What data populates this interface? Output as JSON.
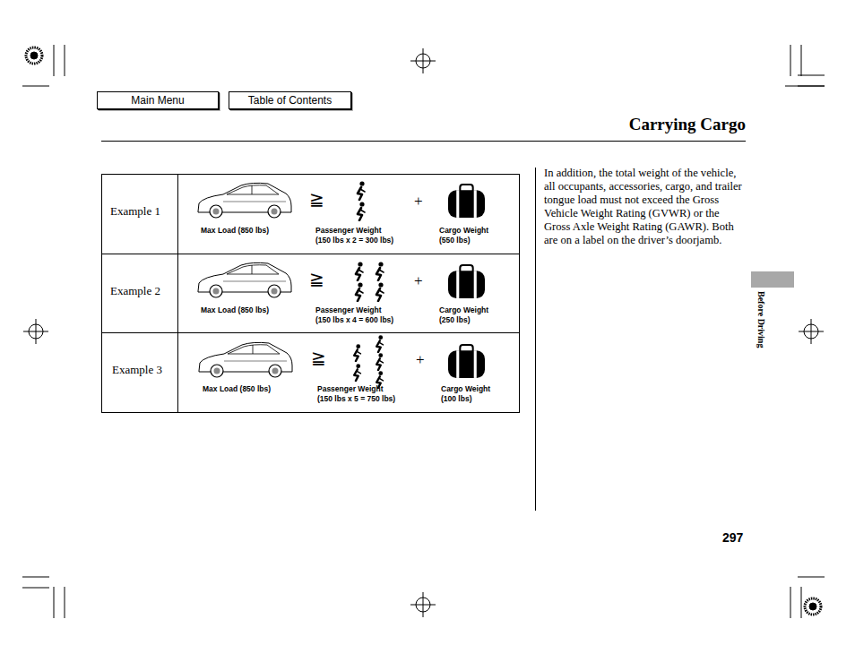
{
  "diagram": {
    "title": "Carrying Cargo",
    "nodes": [
      {
        "text": [
          "Main Menu"
        ]
      },
      {
        "text": [
          "Table of Contents"
        ]
      }
    ],
    "labels": [
      "Example 1",
      "≧",
      "+",
      "Max Load (850 lbs)",
      "Passenger Weight",
      "(150 lbs x 2 = 300 lbs)",
      "Cargo Weight",
      "(550 lbs)",
      "Example 2",
      "≧",
      "+",
      "Max Load (850 lbs)",
      "Passenger Weight",
      "(150 lbs x 4 = 600 lbs)",
      "Cargo Weight",
      "(250 lbs)",
      "Example 3",
      "≧",
      "+",
      "Max Load (850 lbs)",
      "Passenger Weight",
      "(150 lbs x 5 = 750 lbs)",
      "Cargo Weight",
      "(100 lbs)",
      "In addition, the total weight of the vehicle, all occupants, accessories, cargo, and trailer tongue load must not exceed the Gross Vehicle Weight Rating (GVWR) or the Gross Axle Weight Rating (GAWR). Both are on a label on the driver’s doorjamb.",
      "Before Driving",
      "297"
    ]
  }
}
